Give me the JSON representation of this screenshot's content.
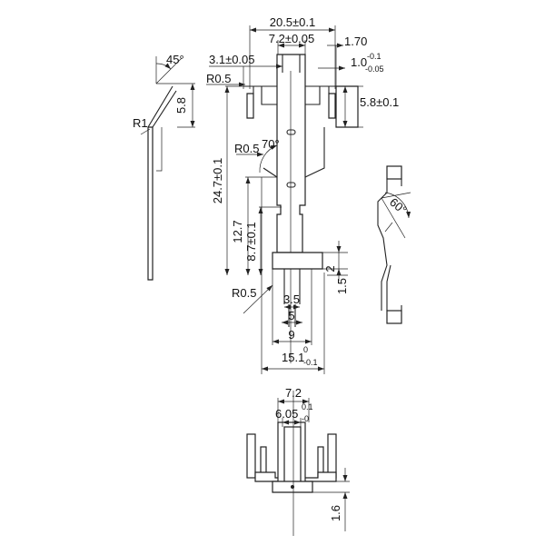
{
  "drawing": {
    "top_view": {
      "overall_width": "20.5±0.1",
      "center_width": "7.2±0.05",
      "side_gap": "1.70",
      "tab_offset_main": "1.0",
      "tab_offset_sup": "-0.1",
      "tab_offset_sub": "-0.05",
      "left_offset": "3.1±0.05",
      "corner_radius_top": "R0.5",
      "tab_height": "5.8±0.1",
      "bend_radius": "R0.5",
      "bend_angle": "70°",
      "total_length": "24.7±0.1",
      "length_12": "12.7",
      "length_8": "8.7±0.1",
      "dim_2": "2",
      "dim_1_5": "1.5",
      "radius_bottom": "R0.5",
      "width_3_5": "3.5",
      "width_5": "5",
      "width_9": "9",
      "bottom_width_main": "15.1",
      "bottom_width_sup": "0",
      "bottom_width_sub": "-0.1"
    },
    "left_side_view": {
      "angle": "45°",
      "height": "5.8",
      "radius": "R1"
    },
    "right_side_view": {
      "angle": "60°"
    },
    "bottom_view": {
      "width": "7.2",
      "inner_width_main": "6.05",
      "inner_width_sup": "0.1",
      "inner_width_sub": "-0",
      "thickness": "1.6"
    }
  }
}
